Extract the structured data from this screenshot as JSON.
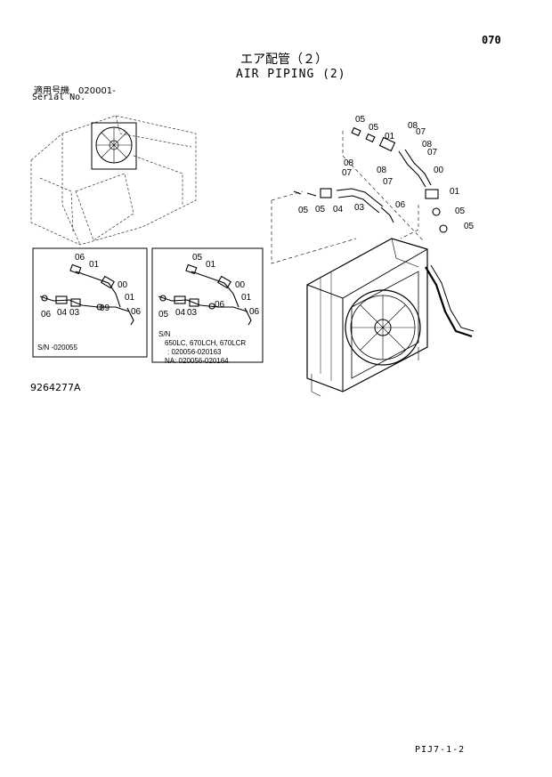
{
  "page_number": "070",
  "title_jp": "エア配管（２）",
  "title_en": "AIR PIPING (2)",
  "serial_jp": "適用号機　020001-",
  "serial_en": "Serial No.",
  "drawing_number": "9264277A",
  "footer_code": "PIJ7-1-2",
  "main_callouts": [
    "05",
    "05",
    "01",
    "08",
    "07",
    "08",
    "07",
    "00",
    "08",
    "07",
    "08",
    "07",
    "05",
    "05",
    "04",
    "03",
    "06",
    "01",
    "05",
    "05"
  ],
  "inset1": {
    "callouts": [
      "06",
      "01",
      "00",
      "01",
      "06",
      "04",
      "03",
      "09",
      "06"
    ],
    "serial_note": "S/N -020055"
  },
  "inset2": {
    "callouts": [
      "05",
      "01",
      "00",
      "01",
      "05",
      "04",
      "03",
      "06",
      "06"
    ],
    "note_lines": [
      "S/N",
      "650LC, 670LCH, 670LCR",
      ": 020056-020163",
      "NA: 020056-020164"
    ]
  }
}
